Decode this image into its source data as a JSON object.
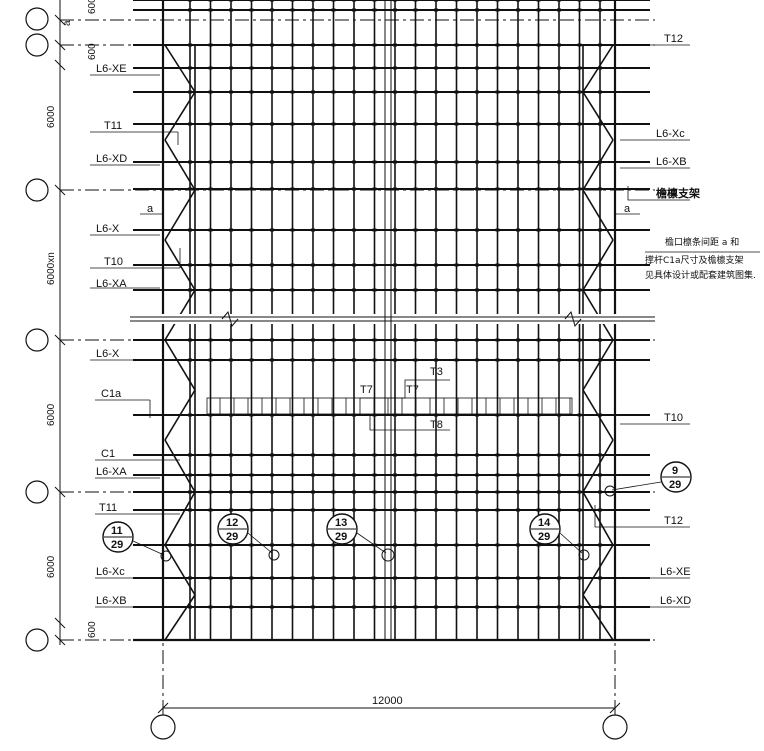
{
  "dimensions": {
    "top_small_1": "600",
    "top_small_2": "600",
    "top_marker": "a",
    "bay_1": "6000",
    "bay_2": "6000xn",
    "bay_3": "6000",
    "bay_4": "6000",
    "bottom_small": "600",
    "total_width": "12000"
  },
  "left_labels": {
    "l6_xe": "L6-XE",
    "t11_top": "T11",
    "l6_xd": "L6-XD",
    "l6_x_1": "L6-X",
    "t10": "T10",
    "l6_xa_1": "L6-XA",
    "l6_x_2": "L6-X",
    "c1a": "C1a",
    "c1": "C1",
    "l6_xa_2": "L6-XA",
    "t11_bot": "T11",
    "l6_xc": "L6-Xc",
    "l6_xb": "L6-XB"
  },
  "right_labels": {
    "t12_top": "T12",
    "l6_xc": "L6-Xc",
    "l6_xb": "L6-XB",
    "eave_support": "檐檩支架",
    "t10": "T10",
    "t12_bot": "T12",
    "l6_xe": "L6-XE",
    "l6_xd": "L6-XD"
  },
  "offset_marks": {
    "left_a": "a",
    "right_a": "a"
  },
  "note": {
    "line1": "檐口檩条间距 a 和",
    "line2": "撑杆C1a尺寸及檐檩支架",
    "line3": "见具体设计或配套建筑图集."
  },
  "center_labels": {
    "t7_left": "T7",
    "t7_right": "T7",
    "t3": "T3",
    "t8": "T8"
  },
  "details": {
    "d9": {
      "num": "9",
      "sheet": "29"
    },
    "d11": {
      "num": "11",
      "sheet": "29"
    },
    "d12": {
      "num": "12",
      "sheet": "29"
    },
    "d13": {
      "num": "13",
      "sheet": "29"
    },
    "d14": {
      "num": "14",
      "sheet": "29"
    }
  }
}
